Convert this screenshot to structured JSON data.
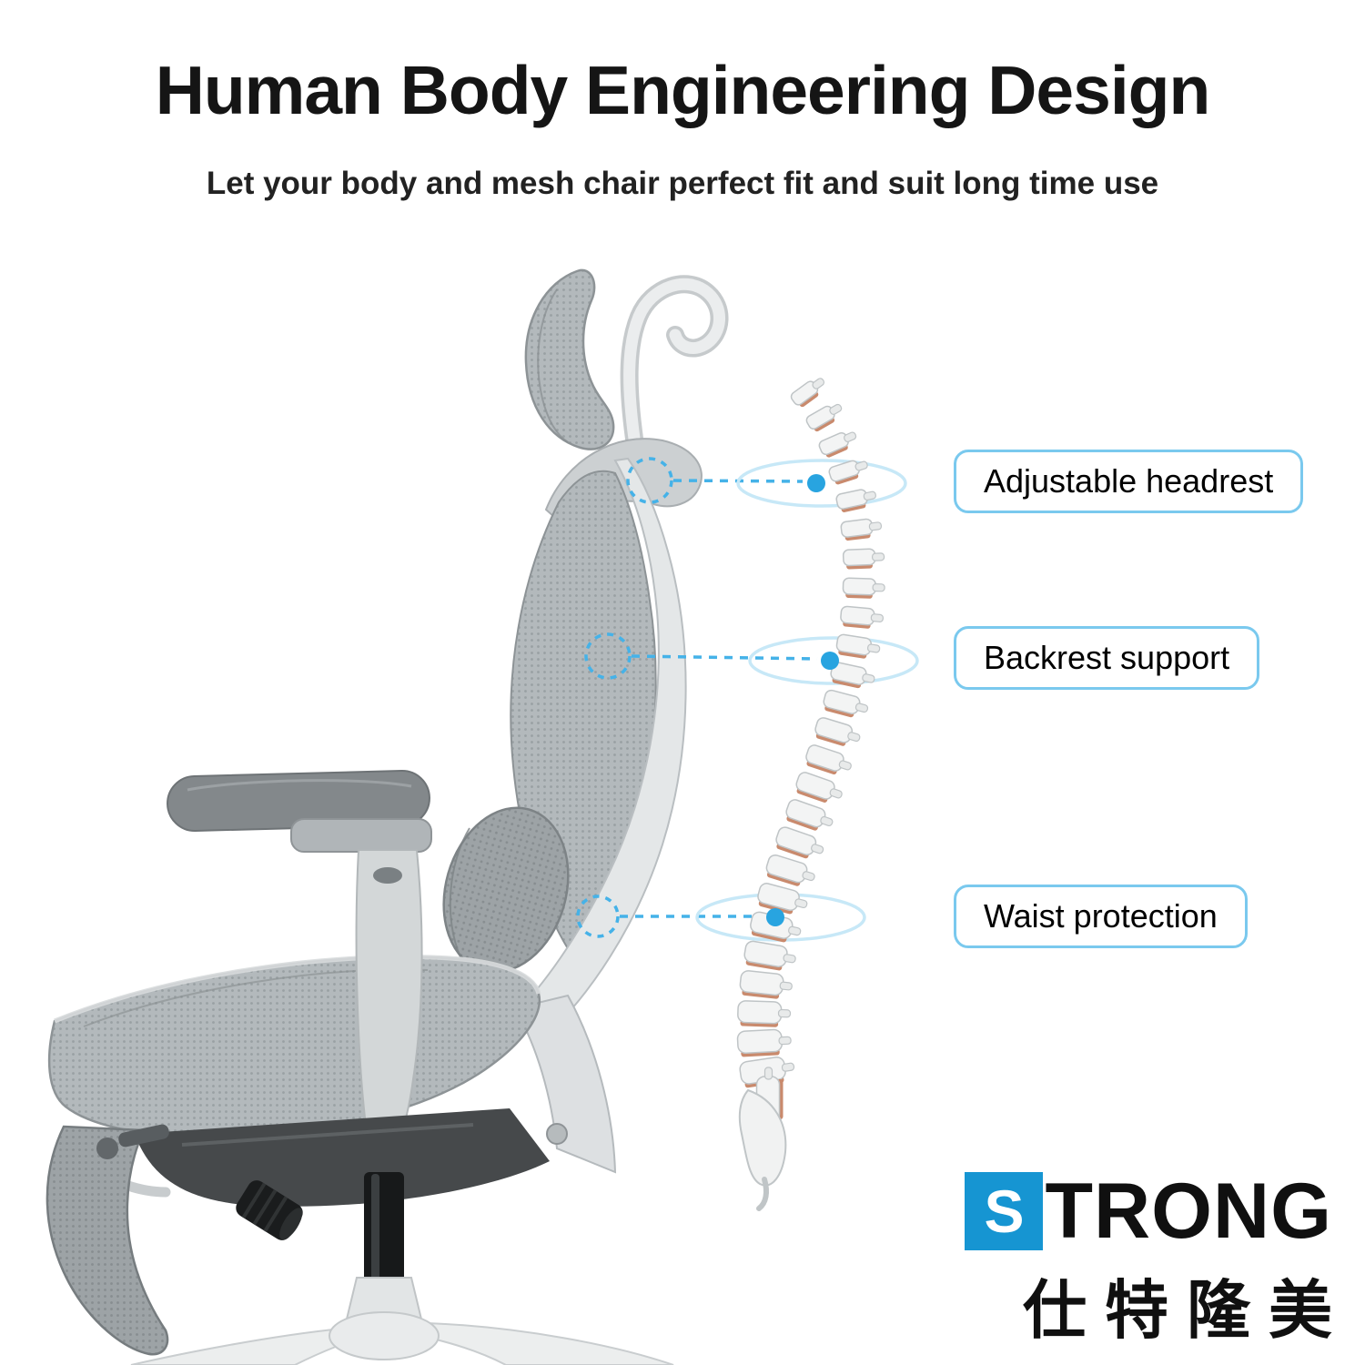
{
  "header": {
    "title": "Human Body Engineering Design",
    "subtitle": "Let your body and mesh chair perfect fit and suit long time use"
  },
  "callouts": [
    {
      "id": "adjustable-headrest",
      "label": "Adjustable headrest"
    },
    {
      "id": "backrest-support",
      "label": "Backrest support"
    },
    {
      "id": "waist-protection",
      "label": "Waist protection"
    }
  ],
  "illustration": {
    "chair_icon": "ergonomic-mesh-office-chair-side-view",
    "spine_icon": "human-spine-side-view",
    "marker_color": "#2ca7e2",
    "dashed_color": "#45b2e8",
    "ring_color": "#c7e8f7"
  },
  "brand": {
    "initial": "S",
    "rest": "TRONG",
    "chinese": "仕特隆美",
    "logo_blue": "#1695d2"
  }
}
